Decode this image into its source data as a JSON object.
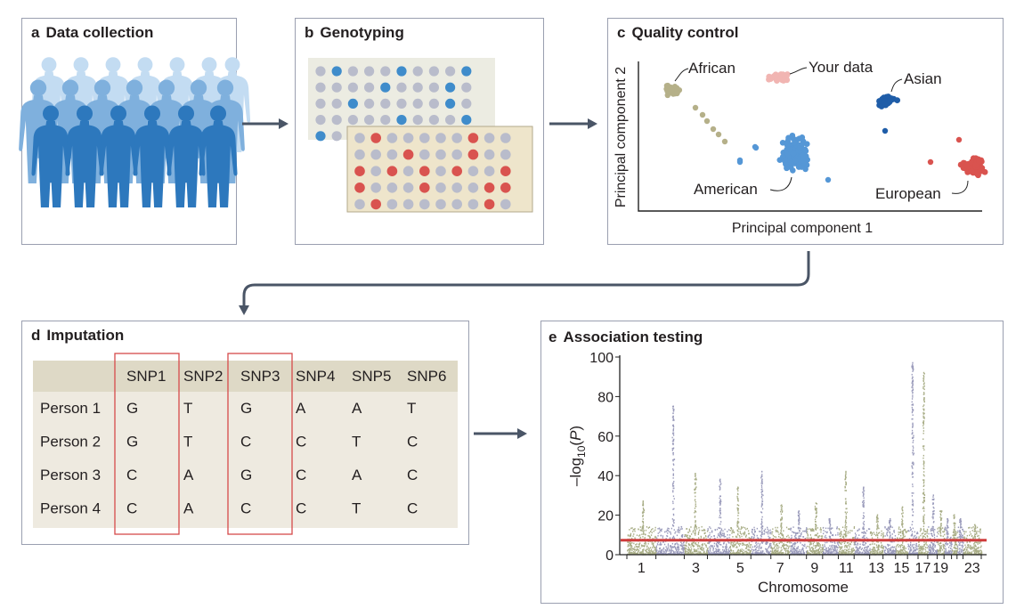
{
  "colors": {
    "border": "#9a9fb0",
    "arrow": "#4a5566",
    "people_light": "#c3dcf2",
    "people_mid": "#7fb0dd",
    "people_dark": "#2d78bd",
    "dot_grey": "#b9bccb",
    "dot_blue": "#3f8ccb",
    "dot_red": "#d9534f",
    "plate_back": "#ecece2",
    "plate_front": "#eee5cb",
    "plate_front_border": "#b3a98b",
    "african": "#b5b089",
    "your_data": "#f1b5b2",
    "asian": "#1f5da8",
    "american": "#5597d6",
    "european": "#d9534f",
    "table_header": "#ded9c6",
    "table_body": "#eeeae0",
    "snp_box": "#d64a4a",
    "manhattan_green": "#a8ad86",
    "manhattan_purple": "#9a9bbb",
    "threshold": "#cf3c3c"
  },
  "panel_a": {
    "letter": "a",
    "title": "Data collection",
    "figure": "silhouettes-of-people"
  },
  "panel_b": {
    "letter": "b",
    "title": "Genotyping",
    "figure": "genotyping-plates"
  },
  "panel_c": {
    "letter": "c",
    "title": "Quality control",
    "xlabel": "Principal component 1",
    "ylabel": "Principal component 2",
    "clusters": [
      {
        "label": "African"
      },
      {
        "label": "Your data"
      },
      {
        "label": "Asian"
      },
      {
        "label": "American"
      },
      {
        "label": "European"
      }
    ]
  },
  "panel_d": {
    "letter": "d",
    "title": "Imputation",
    "columns": [
      "SNP1",
      "SNP2",
      "SNP3",
      "SNP4",
      "SNP5",
      "SNP6"
    ],
    "rows": [
      {
        "person": "Person 1",
        "values": [
          "G",
          "T",
          "G",
          "A",
          "A",
          "T"
        ]
      },
      {
        "person": "Person 2",
        "values": [
          "G",
          "T",
          "C",
          "C",
          "T",
          "C"
        ]
      },
      {
        "person": "Person 3",
        "values": [
          "C",
          "A",
          "G",
          "C",
          "A",
          "C"
        ]
      },
      {
        "person": "Person 4",
        "values": [
          "C",
          "A",
          "C",
          "C",
          "T",
          "C"
        ]
      }
    ],
    "highlighted_columns": [
      "SNP1",
      "SNP3"
    ]
  },
  "panel_e": {
    "letter": "e",
    "title": "Association testing",
    "chart_data": {
      "type": "scatter",
      "subtype": "manhattan",
      "xlabel": "Chromosome",
      "ylabel": "-log10(P)",
      "ylabel_parts": {
        "prefix": "–log",
        "sub": "10",
        "open": "(",
        "italic": "P",
        "close": ")"
      },
      "yticks": [
        0,
        20,
        40,
        60,
        80,
        100
      ],
      "ylim": [
        0,
        100
      ],
      "x_tick_labels": [
        "1",
        "3",
        "5",
        "7",
        "9",
        "11",
        "13",
        "15",
        "17",
        "19",
        "23"
      ],
      "chromosomes": 23,
      "series": [
        {
          "color_key": "manhattan_green",
          "chromosomes": "odd"
        },
        {
          "color_key": "manhattan_purple",
          "chromosomes": "even"
        }
      ],
      "significance_threshold": 7.3,
      "peaks": [
        {
          "chromosome": 1,
          "value": 27
        },
        {
          "chromosome": 2,
          "value": 75
        },
        {
          "chromosome": 3,
          "value": 41
        },
        {
          "chromosome": 4,
          "value": 38
        },
        {
          "chromosome": 5,
          "value": 34
        },
        {
          "chromosome": 6,
          "value": 42
        },
        {
          "chromosome": 7,
          "value": 25
        },
        {
          "chromosome": 8,
          "value": 22
        },
        {
          "chromosome": 9,
          "value": 26
        },
        {
          "chromosome": 10,
          "value": 18
        },
        {
          "chromosome": 11,
          "value": 42
        },
        {
          "chromosome": 12,
          "value": 34
        },
        {
          "chromosome": 13,
          "value": 20
        },
        {
          "chromosome": 14,
          "value": 18
        },
        {
          "chromosome": 15,
          "value": 24
        },
        {
          "chromosome": 16,
          "value": 97
        },
        {
          "chromosome": 17,
          "value": 92
        },
        {
          "chromosome": 18,
          "value": 30
        },
        {
          "chromosome": 19,
          "value": 22
        },
        {
          "chromosome": 20,
          "value": 18
        },
        {
          "chromosome": 21,
          "value": 20
        },
        {
          "chromosome": 22,
          "value": 18
        },
        {
          "chromosome": 23,
          "value": 15
        }
      ]
    }
  }
}
